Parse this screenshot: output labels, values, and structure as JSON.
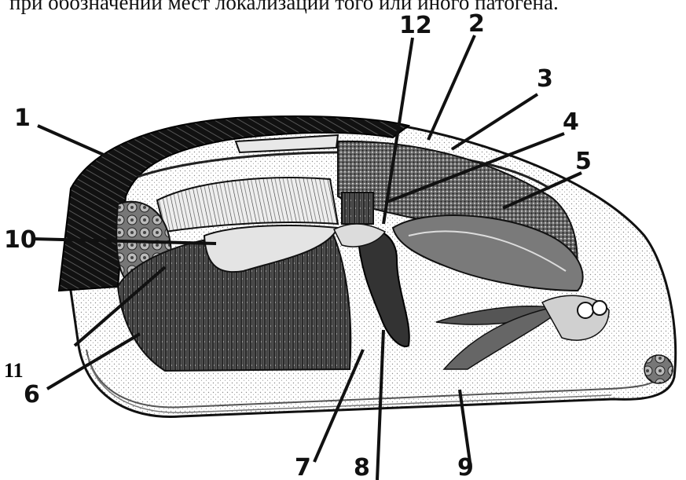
{
  "caption": "при обозначении мест локализации того или иного патогена.",
  "labels": {
    "l1": "1",
    "l2": "2",
    "l3": "3",
    "l4": "4",
    "l5": "5",
    "l6": "6",
    "l7": "7",
    "l8": "8",
    "l9": "9",
    "l10": "10",
    "l11": "11",
    "l12": "12"
  },
  "colors": {
    "ink": "#111111",
    "paper": "#ffffff",
    "stipple": "#9a9a9a"
  }
}
